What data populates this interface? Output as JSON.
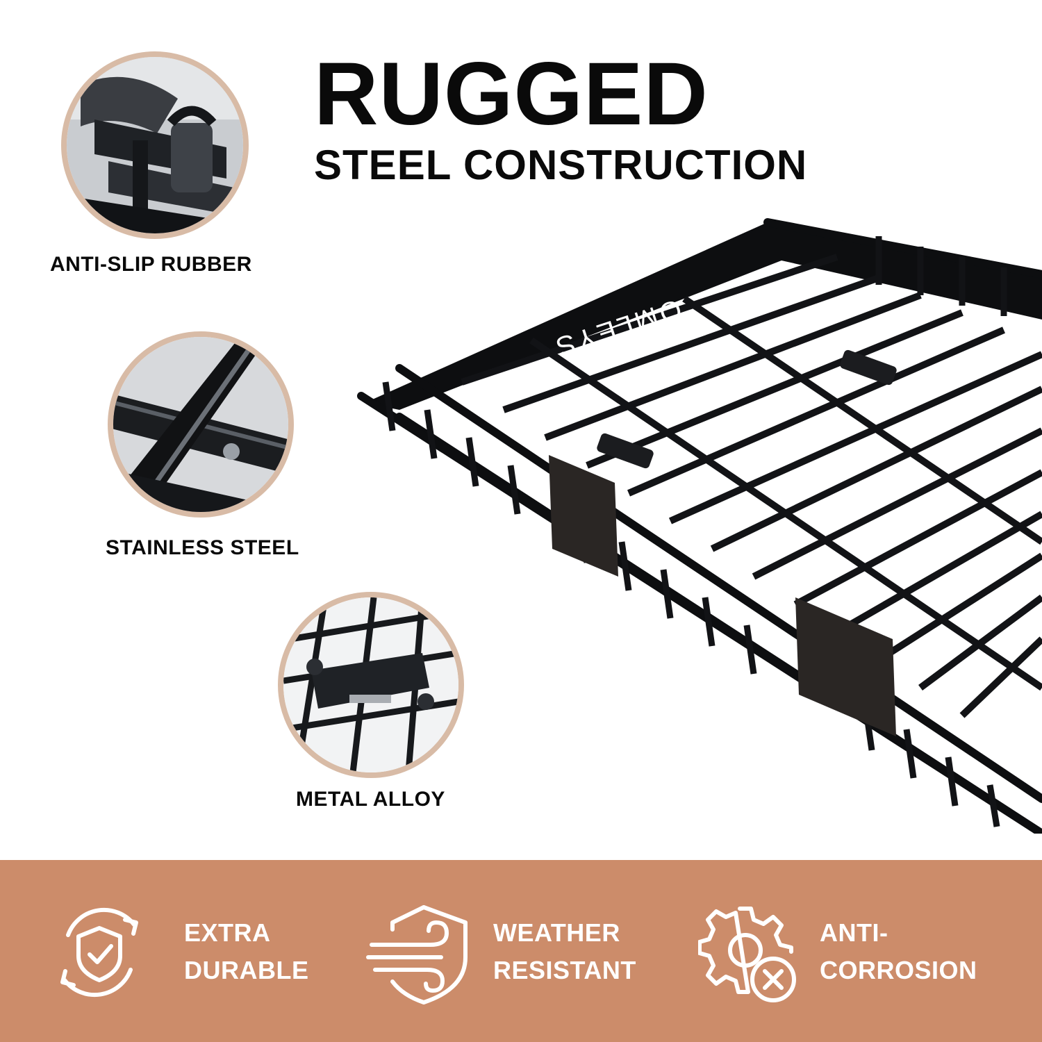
{
  "header": {
    "title": "RUGGED",
    "subtitle": "STEEL CONSTRUCTION"
  },
  "details": [
    {
      "label": "ANTI-SLIP RUBBER"
    },
    {
      "label": "STAINLESS STEEL"
    },
    {
      "label": "METAL ALLOY"
    }
  ],
  "product": {
    "brand_mark": "OMLEYS"
  },
  "features": [
    {
      "line1": "EXTRA",
      "line2": "DURABLE",
      "icon": "shield-check-icon"
    },
    {
      "line1": "WEATHER",
      "line2": "RESISTANT",
      "icon": "wind-shield-icon"
    },
    {
      "line1": "ANTI-",
      "line2": "CORROSION",
      "icon": "gear-x-icon"
    }
  ],
  "colors": {
    "band": "#cc8c6a",
    "ring": "#d8bba6",
    "text": "#0a0a0a",
    "band_text": "#ffffff"
  }
}
